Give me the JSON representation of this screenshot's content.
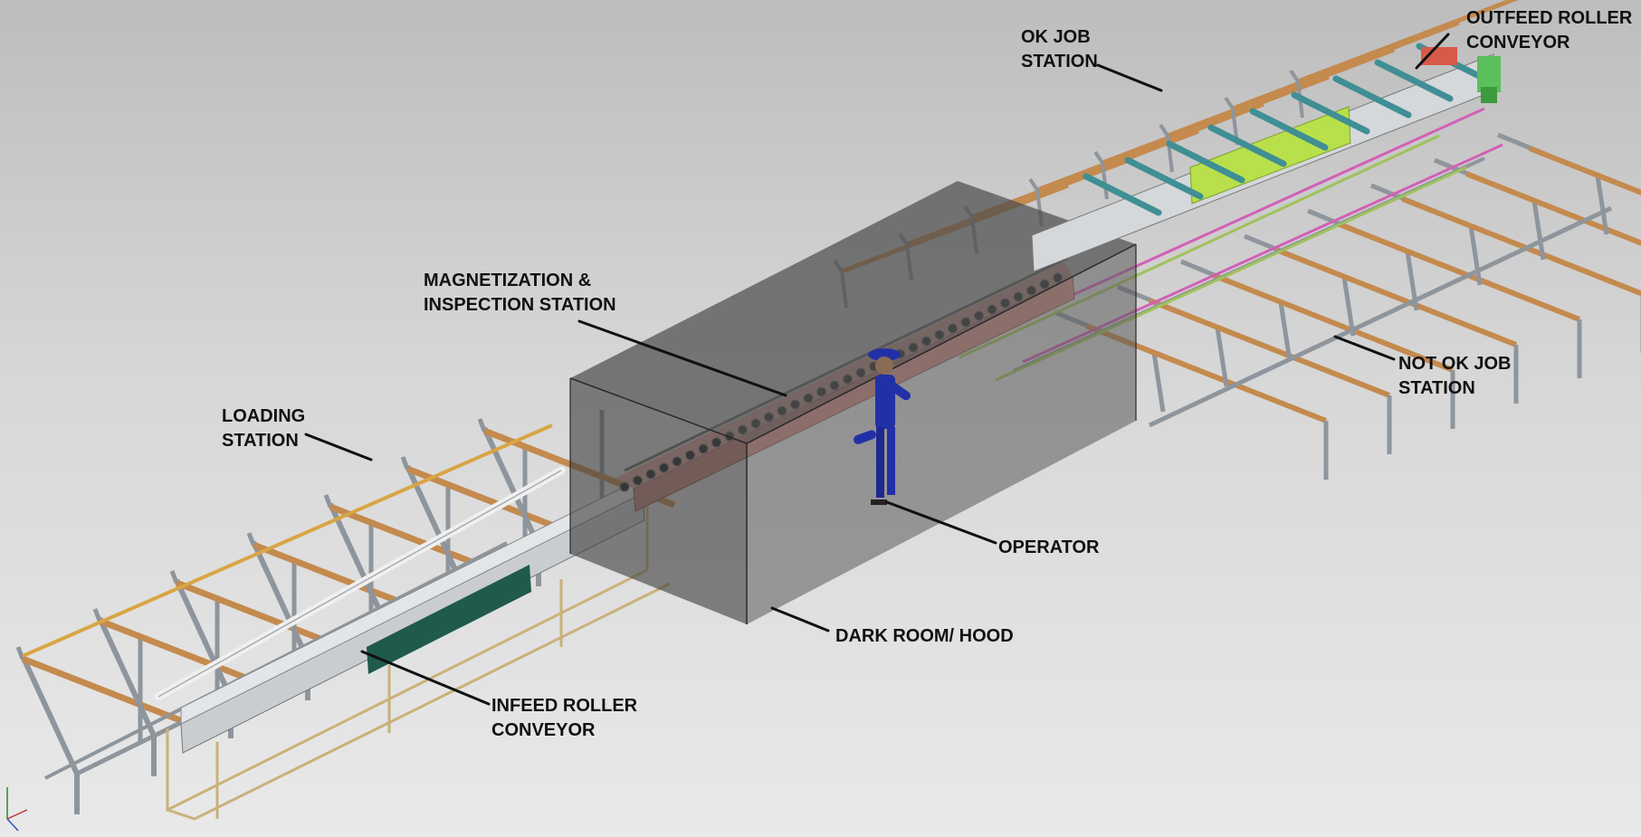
{
  "labels": {
    "loading_station": [
      "LOADING",
      "STATION"
    ],
    "magnetization_station": [
      "MAGNETIZATION &",
      "INSPECTION STATION"
    ],
    "ok_job_station": [
      "OK JOB",
      "STATION"
    ],
    "outfeed_conveyor": [
      "OUTFEED ROLLER",
      "CONVEYOR"
    ],
    "not_ok_job_station": [
      "NOT OK JOB",
      "STATION"
    ],
    "operator": [
      "OPERATOR"
    ],
    "dark_room": [
      "DARK ROOM/ HOOD"
    ],
    "infeed_conveyor": [
      "INFEED ROLLER",
      "CONVEYOR"
    ]
  },
  "colors": {
    "frame": "#8e959c",
    "wood": "#c48a4e",
    "infeed_panel": "#1f5a4a",
    "inspection_bed": "#c98a82",
    "ok_panel": "#b7e04a",
    "teal_rollers": "#3f8f94",
    "operator": "#2230a8",
    "hood": "#555555"
  }
}
